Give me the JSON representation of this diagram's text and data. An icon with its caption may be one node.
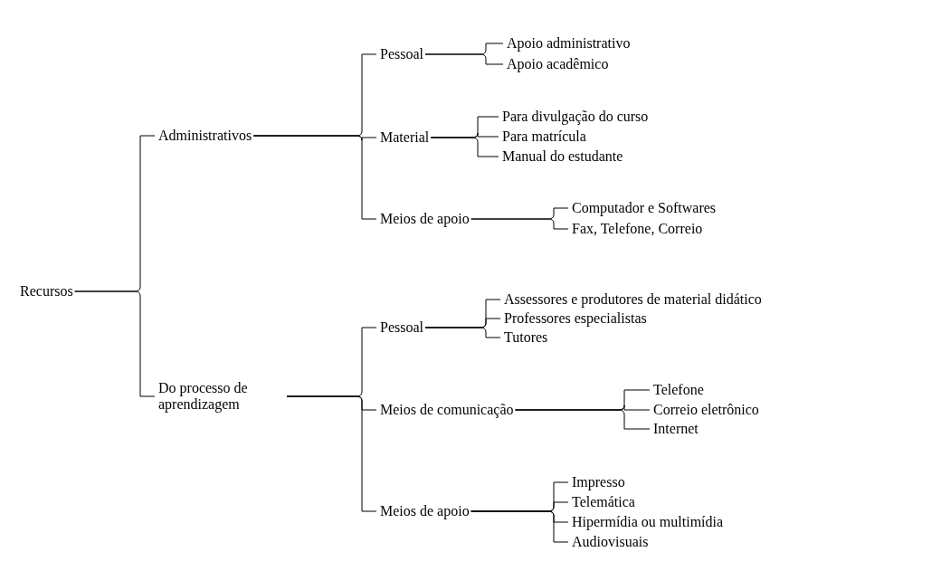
{
  "diagram": {
    "nodes": [
      {
        "text": [
          "Recursos"
        ]
      },
      {
        "text": [
          "Administrativos"
        ]
      },
      {
        "text": [
          "Pessoal"
        ]
      },
      {
        "text": [
          "Apoio administrativo"
        ]
      },
      {
        "text": [
          "Apoio acadêmico"
        ]
      },
      {
        "text": [
          "Material"
        ]
      },
      {
        "text": [
          "Para divulgação do curso"
        ]
      },
      {
        "text": [
          "Para matrícula"
        ]
      },
      {
        "text": [
          "Manual do estudante"
        ]
      },
      {
        "text": [
          "Meios de apoio"
        ]
      },
      {
        "text": [
          "Computador e Softwares"
        ]
      },
      {
        "text": [
          "Fax, Telefone, Correio"
        ]
      },
      {
        "text": [
          "Do processo de aprendizagem"
        ]
      },
      {
        "text": [
          "Pessoal"
        ]
      },
      {
        "text": [
          "Assessores e produtores de material didático"
        ]
      },
      {
        "text": [
          "Professores especialistas"
        ]
      },
      {
        "text": [
          "Tutores"
        ]
      },
      {
        "text": [
          "Meios de comunicação"
        ]
      },
      {
        "text": [
          "Telefone"
        ]
      },
      {
        "text": [
          "Correio eletrônico"
        ]
      },
      {
        "text": [
          "Internet"
        ]
      },
      {
        "text": [
          "Meios de apoio"
        ]
      },
      {
        "text": [
          "Impresso"
        ]
      },
      {
        "text": [
          "Telemática"
        ]
      },
      {
        "text": [
          "Hipermídia ou multimídia"
        ]
      },
      {
        "text": [
          "Audiovisuais"
        ]
      }
    ],
    "edges": [
      {
        "from": 0,
        "to": 1,
        "arrow": "none"
      },
      {
        "from": 0,
        "to": 12,
        "arrow": "none"
      },
      {
        "from": 1,
        "to": 2,
        "arrow": "none"
      },
      {
        "from": 1,
        "to": 5,
        "arrow": "none"
      },
      {
        "from": 1,
        "to": 9,
        "arrow": "none"
      },
      {
        "from": 2,
        "to": 3,
        "arrow": "none"
      },
      {
        "from": 2,
        "to": 4,
        "arrow": "none"
      },
      {
        "from": 5,
        "to": 6,
        "arrow": "none"
      },
      {
        "from": 5,
        "to": 7,
        "arrow": "none"
      },
      {
        "from": 5,
        "to": 8,
        "arrow": "none"
      },
      {
        "from": 9,
        "to": 10,
        "arrow": "none"
      },
      {
        "from": 9,
        "to": 11,
        "arrow": "none"
      },
      {
        "from": 12,
        "to": 13,
        "arrow": "none"
      },
      {
        "from": 12,
        "to": 17,
        "arrow": "none"
      },
      {
        "from": 12,
        "to": 21,
        "arrow": "none"
      },
      {
        "from": 13,
        "to": 14,
        "arrow": "none"
      },
      {
        "from": 13,
        "to": 15,
        "arrow": "none"
      },
      {
        "from": 13,
        "to": 16,
        "arrow": "none"
      },
      {
        "from": 17,
        "to": 18,
        "arrow": "none"
      },
      {
        "from": 17,
        "to": 19,
        "arrow": "none"
      },
      {
        "from": 17,
        "to": 20,
        "arrow": "none"
      },
      {
        "from": 21,
        "to": 22,
        "arrow": "none"
      },
      {
        "from": 21,
        "to": 23,
        "arrow": "none"
      },
      {
        "from": 21,
        "to": 24,
        "arrow": "none"
      },
      {
        "from": 21,
        "to": 25,
        "arrow": "none"
      }
    ]
  }
}
